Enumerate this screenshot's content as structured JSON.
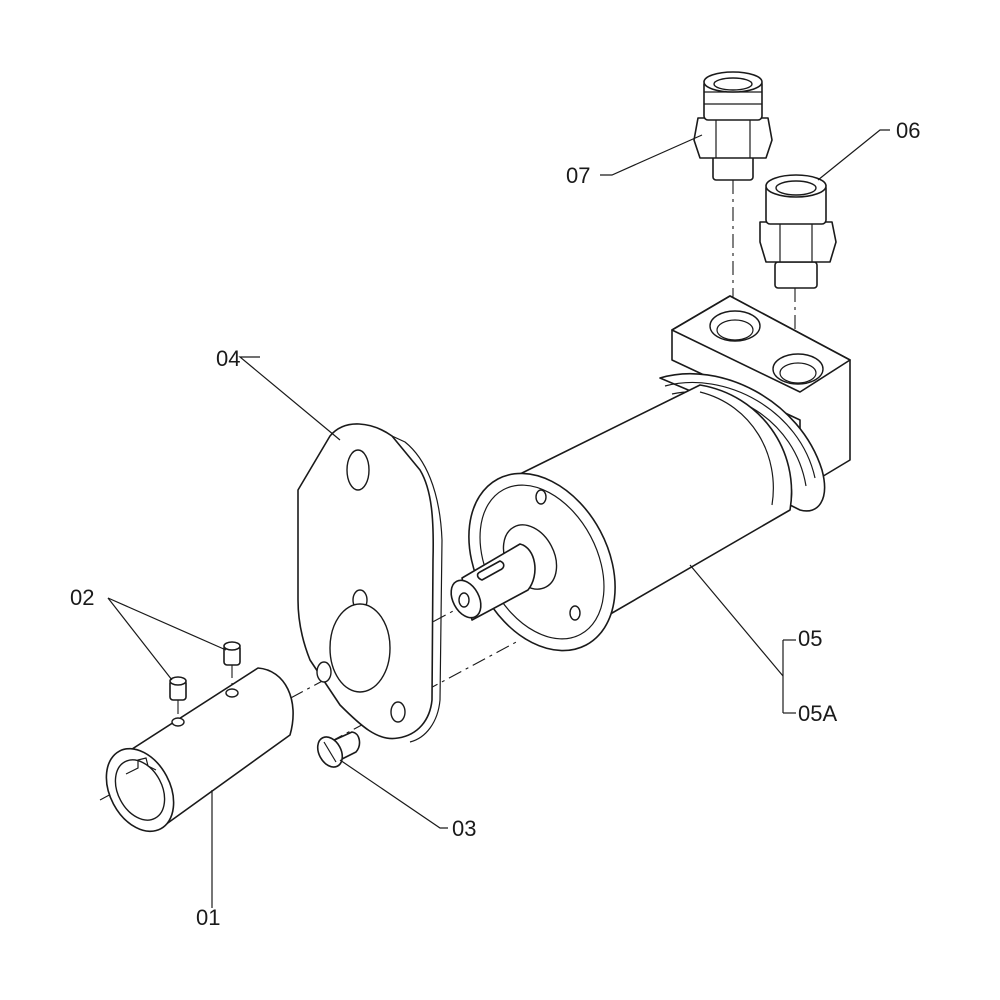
{
  "diagram": {
    "callouts": {
      "c01": "01",
      "c02": "02",
      "c03": "03",
      "c04": "04",
      "c05": "05",
      "c05a": "05A",
      "c06": "06",
      "c07": "07"
    }
  }
}
